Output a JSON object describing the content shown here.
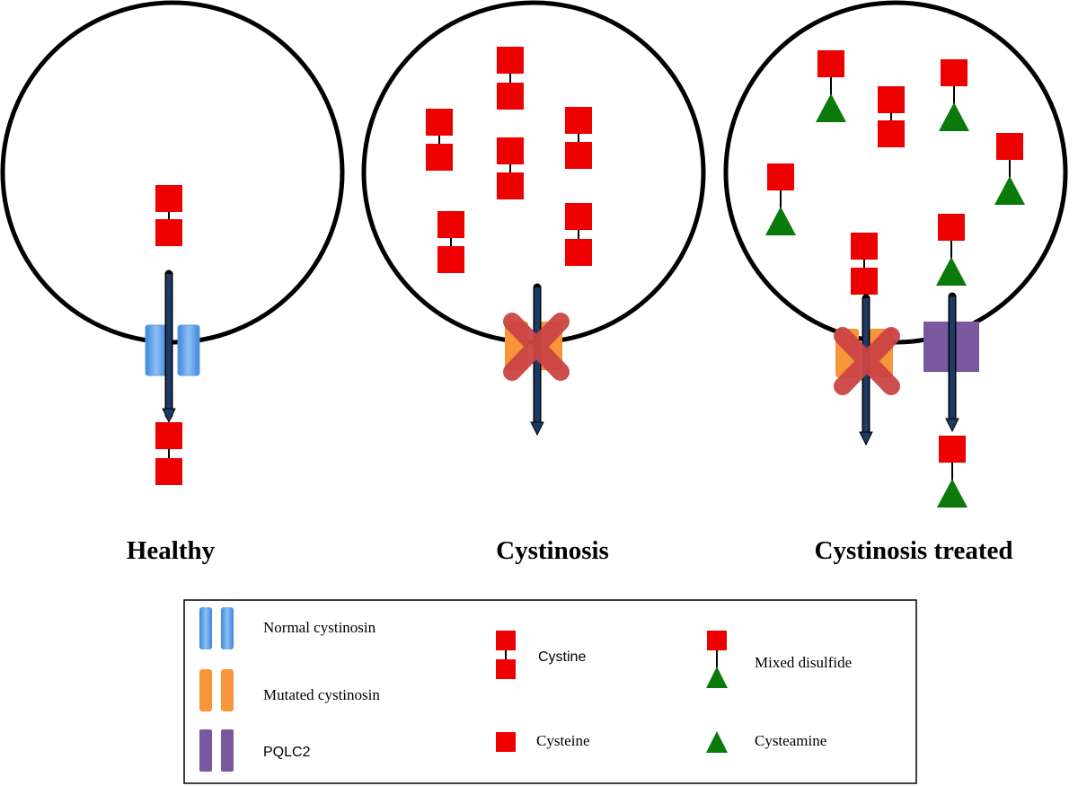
{
  "panels": {
    "healthy": {
      "caption": "Healthy"
    },
    "cystinosis": {
      "caption": "Cystinosis"
    },
    "treated": {
      "caption": "Cystinosis treated"
    }
  },
  "legend": {
    "normal_cystinosin": "Normal cystinosin",
    "mutated_cystinosin": "Mutated cystinosin",
    "pqlc2": "PQLC2",
    "cystine": "Cystine",
    "cysteine": "Cysteine",
    "mixed_disulfide": "Mixed disulfide",
    "cysteamine": "Cysteamine"
  },
  "colors": {
    "cysteine": "#ee0000",
    "cysteamine": "#0a7a0a",
    "normal_cystinosin": "#5a9ee8",
    "mutated_cystinosin": "#f7953a",
    "pqlc2": "#7a58a0",
    "arrow": "#1c3a64",
    "blocked_x": "#cc4444"
  }
}
